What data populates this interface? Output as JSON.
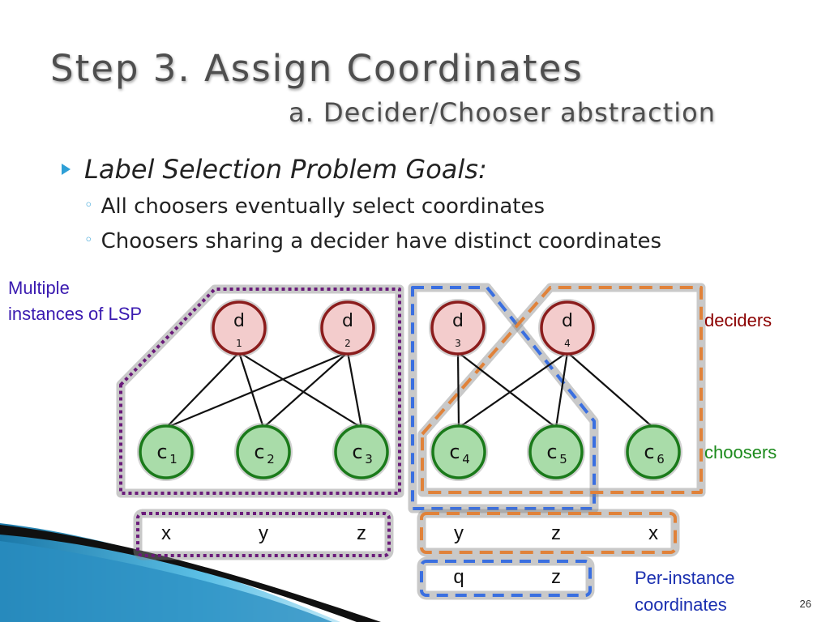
{
  "title": "Step 3. Assign Coordinates",
  "subtitle": "a. Decider/Chooser abstraction",
  "bullets": {
    "main": "Label Selection Problem Goals:",
    "subs": [
      "All choosers eventually select coordinates",
      "Choosers sharing a decider have distinct coordinates"
    ]
  },
  "annotations": {
    "multiple_instances": "Multiple\ninstances of LSP",
    "deciders": "deciders",
    "choosers": "choosers",
    "per_instance": "Per-instance\ncoordinates"
  },
  "slide_number": "26",
  "deciders": [
    {
      "label": "d",
      "index": "1"
    },
    {
      "label": "d",
      "index": "2"
    },
    {
      "label": "d",
      "index": "3"
    },
    {
      "label": "d",
      "index": "4"
    }
  ],
  "choosers": [
    {
      "label": "c",
      "index": "1"
    },
    {
      "label": "c",
      "index": "2"
    },
    {
      "label": "c",
      "index": "3"
    },
    {
      "label": "c",
      "index": "4"
    },
    {
      "label": "c",
      "index": "5"
    },
    {
      "label": "c",
      "index": "6"
    }
  ],
  "edges": [
    [
      "d1",
      "c1"
    ],
    [
      "d1",
      "c2"
    ],
    [
      "d1",
      "c3"
    ],
    [
      "d2",
      "c1"
    ],
    [
      "d2",
      "c2"
    ],
    [
      "d2",
      "c3"
    ],
    [
      "d3",
      "c4"
    ],
    [
      "d3",
      "c5"
    ],
    [
      "d4",
      "c4"
    ],
    [
      "d4",
      "c5"
    ],
    [
      "d4",
      "c6"
    ]
  ],
  "coordinate_sets": [
    {
      "name": "purple",
      "values": [
        "x",
        "y",
        "z"
      ]
    },
    {
      "name": "orange",
      "values": [
        "y",
        "z",
        "x"
      ]
    },
    {
      "name": "blue",
      "values": [
        "q",
        "z"
      ]
    }
  ],
  "colors": {
    "decider_fill": "#f3cccc",
    "decider_stroke": "#8b1c1c",
    "chooser_fill": "#a9dca9",
    "chooser_stroke": "#1a7a1a",
    "purple": "#6a1b7a",
    "orange": "#e0823a",
    "blue": "#3a6fe0",
    "annot_purple": "#3a1ab0",
    "annot_red": "#8b0000",
    "annot_green": "#1b8a1b",
    "annot_blue": "#1a2fb0",
    "accent": "#2e9fd6"
  },
  "icons": {
    "bullet": "triangle-arrow-right",
    "sub_bullet": "ring"
  }
}
